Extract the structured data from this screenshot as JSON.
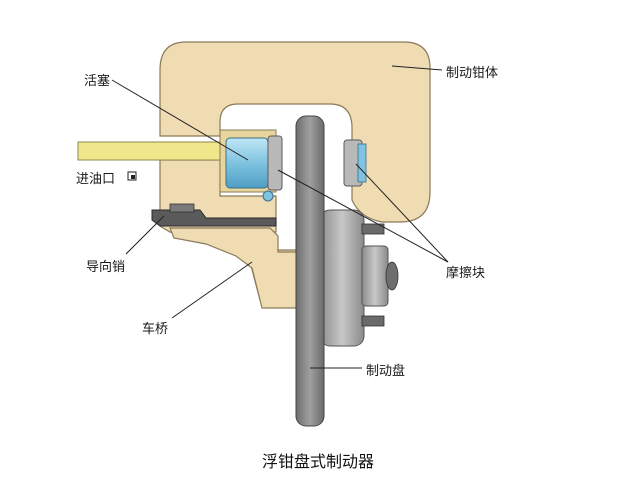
{
  "diagram": {
    "caption": "浮钳盘式制动器",
    "labels": {
      "piston": "活塞",
      "caliper_body": "制动钳体",
      "oil_inlet": "进油口",
      "guide_pin": "导向销",
      "friction_pads": "摩擦块",
      "axle": "车桥",
      "brake_disc": "制动盘"
    }
  },
  "colors": {
    "caliper": "#efdcb3",
    "caliper_outline": "#8a7a5a",
    "piston": "#7fc3e0",
    "oil_line": "#f0e68c",
    "disc": "#808080",
    "hub": "#a6a6a6"
  }
}
